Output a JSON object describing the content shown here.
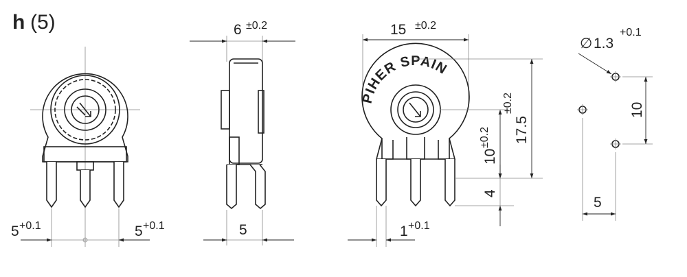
{
  "figure": {
    "label_letter": "h",
    "label_number": "(5)"
  },
  "front_view": {
    "pitch_left": "5",
    "pitch_left_tol": "+0.1",
    "pitch_right": "5",
    "pitch_right_tol": "+0.1"
  },
  "side_view": {
    "thickness": "6",
    "thickness_tol": "±0.2",
    "pin_offset": "5"
  },
  "rear_view": {
    "brand_text": "PIHER SPAIN",
    "diameter": "15",
    "diameter_tol": "±0.2",
    "height_total": "17.5",
    "height_total_tol": "±0.2",
    "height_axis": "10",
    "height_axis_tol": "±0.2",
    "pin_length": "4",
    "pin_width": "1",
    "pin_width_tol": "+0.1"
  },
  "footprint": {
    "hole_diameter_symbol": "∅",
    "hole_diameter": "1.3",
    "hole_diameter_tol": "+0.1",
    "vertical_pitch": "10",
    "horizontal_pitch": "5"
  }
}
